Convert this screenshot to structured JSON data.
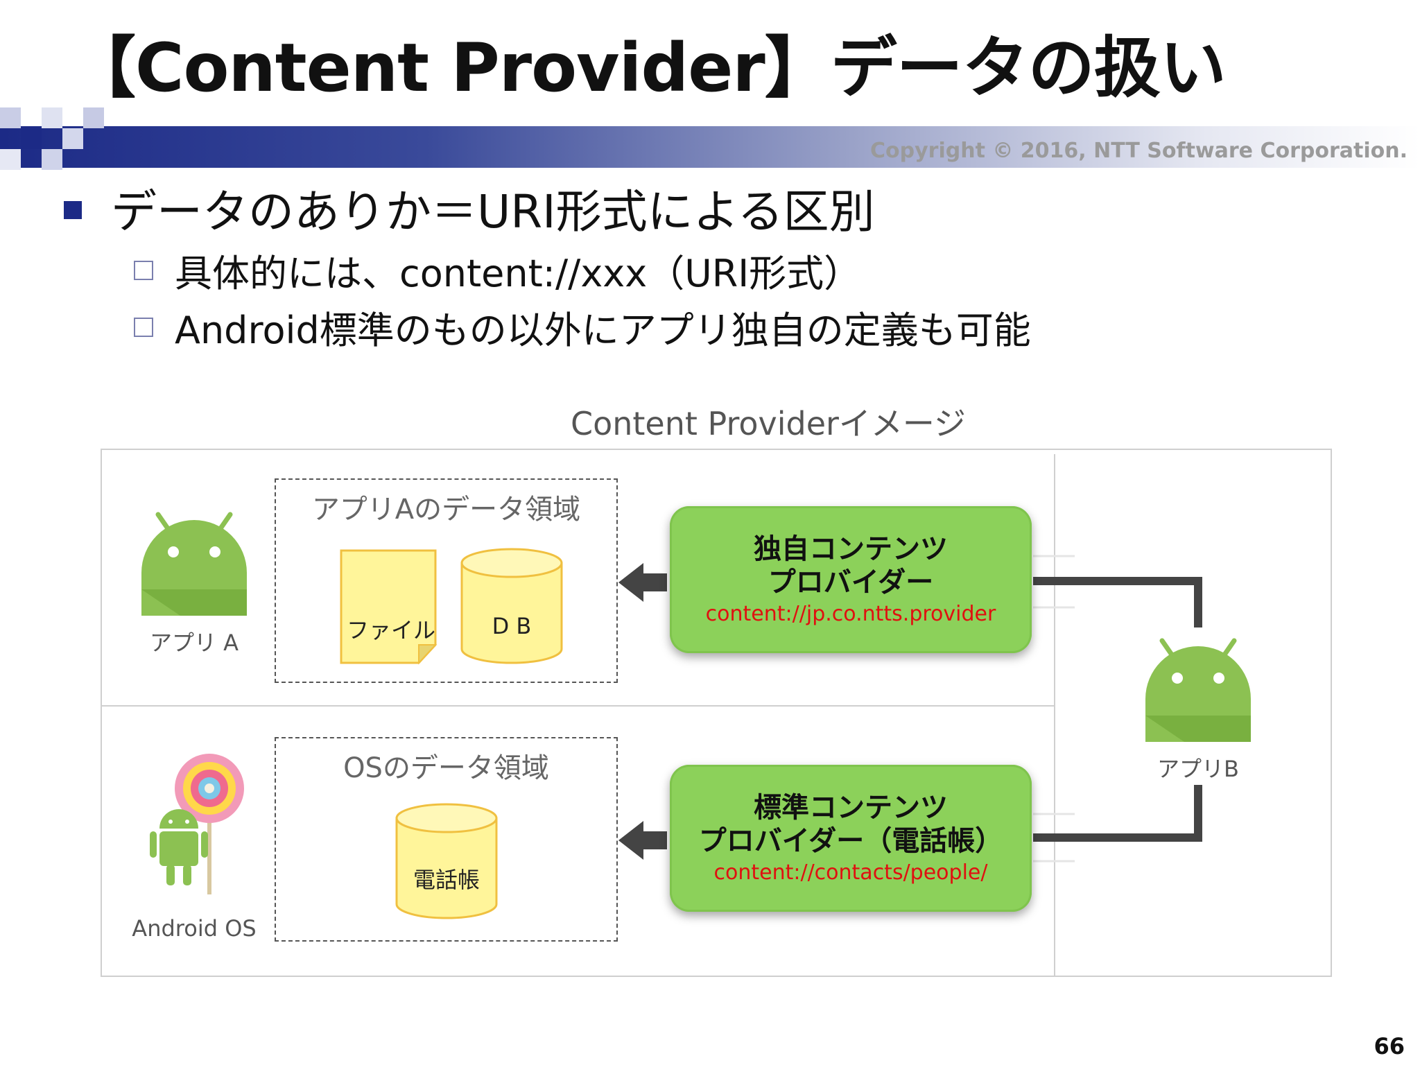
{
  "slide": {
    "title": "【Content Provider】データの扱い",
    "copyright": "Copyright © 2016, NTT Software Corporation.",
    "page_number": "66",
    "bullet": "データのありか＝URI形式による区別",
    "sub_bullets": [
      "具体的には、content://xxx（URI形式）",
      "Android標準のもの以外にアプリ独自の定義も可能"
    ]
  },
  "diagram": {
    "caption": "Content Providerイメージ",
    "app_a": {
      "label": "アプリ A",
      "region_label": "アプリAのデータ領域",
      "file_label": "ファイル",
      "db_label": "D B",
      "provider_title": "独自コンテンツ\nプロバイダー",
      "provider_uri": "content://jp.co.ntts.provider"
    },
    "os": {
      "label": "Android OS",
      "region_label": "OSのデータ領域",
      "db_label": "電話帳",
      "provider_title": "標準コンテンツ\nプロバイダー（電話帳）",
      "provider_uri": "content://contacts/people/"
    },
    "app_b": {
      "label": "アプリB"
    },
    "colors": {
      "provider_box": "#8cd15a",
      "uri_text": "#e01010",
      "android_green": "#8cc152",
      "storage_yellow": "#fff59a",
      "title_band": "#1c2a86"
    }
  }
}
